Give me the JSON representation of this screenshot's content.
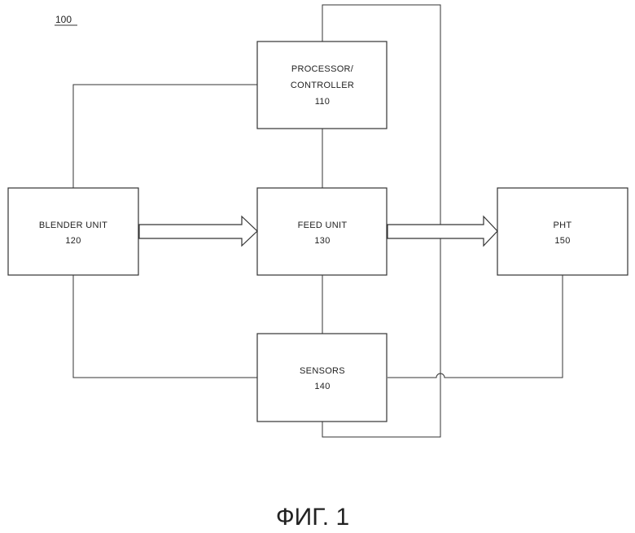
{
  "figure_ref": "100",
  "caption": "ФИГ. 1",
  "blocks": {
    "processor": {
      "line1": "PROCESSOR/",
      "line2": "CONTROLLER",
      "num": "110"
    },
    "blender": {
      "line1": "BLENDER UNIT",
      "num": "120"
    },
    "feed": {
      "line1": "FEED UNIT",
      "num": "130"
    },
    "sensors": {
      "line1": "SENSORS",
      "num": "140"
    },
    "pht": {
      "line1": "PHT",
      "num": "150"
    }
  },
  "colors": {
    "stroke": "#333333",
    "text": "#222222",
    "background": "#ffffff"
  }
}
